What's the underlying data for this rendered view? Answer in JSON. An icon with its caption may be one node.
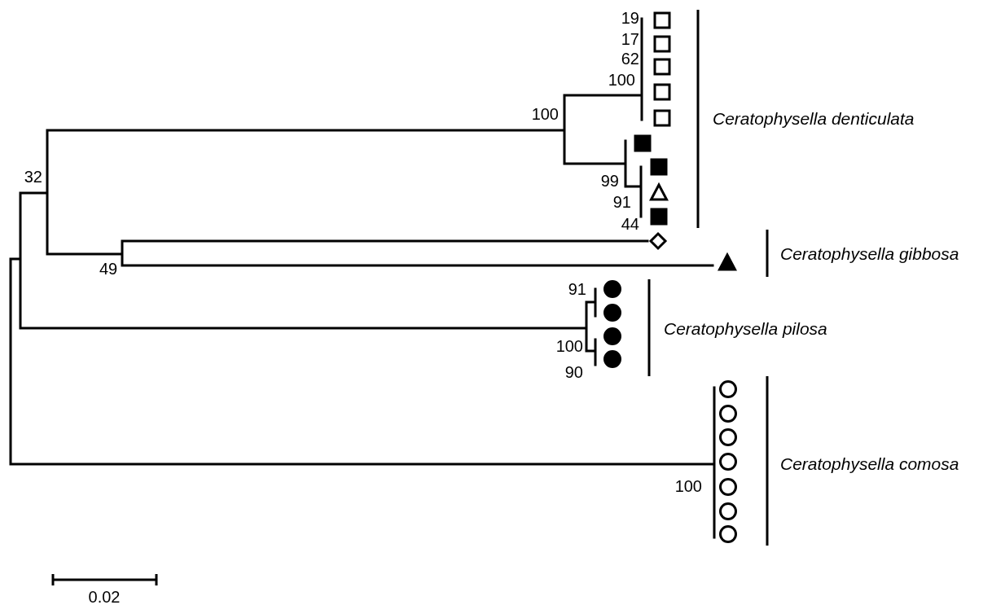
{
  "diagram": {
    "nodes": [
      {
        "text": [],
        "shape": "box"
      },
      {
        "text": [],
        "shape": "box"
      },
      {
        "text": [],
        "shape": "box"
      },
      {
        "text": [],
        "shape": "box"
      },
      {
        "text": [],
        "shape": "box"
      },
      {
        "text": [],
        "shape": "box"
      },
      {
        "text": [],
        "shape": "box"
      },
      {
        "text": [],
        "shape": "triangle"
      },
      {
        "text": [],
        "shape": "box"
      },
      {
        "text": [],
        "shape": "diamond"
      },
      {
        "text": [],
        "shape": "triangle"
      },
      {
        "text": [],
        "shape": "circle"
      },
      {
        "text": [],
        "shape": "circle"
      },
      {
        "text": [],
        "shape": "circle"
      },
      {
        "text": [],
        "shape": "circle"
      },
      {
        "text": [],
        "shape": "circle"
      },
      {
        "text": [],
        "shape": "circle"
      },
      {
        "text": [],
        "shape": "circle"
      },
      {
        "text": [],
        "shape": "circle"
      },
      {
        "text": [],
        "shape": "circle"
      },
      {
        "text": [],
        "shape": "circle"
      },
      {
        "text": [],
        "shape": "circle"
      }
    ],
    "labels": [
      "19",
      "17",
      "62",
      "100",
      "100",
      "Ceratophysella denticulata",
      "32",
      "99",
      "91",
      "44",
      "Ceratophysella gibbosa",
      "49",
      "91",
      "Ceratophysella pilosa",
      "100",
      "90",
      "Ceratophysella comosa",
      "100",
      "0.02"
    ]
  }
}
